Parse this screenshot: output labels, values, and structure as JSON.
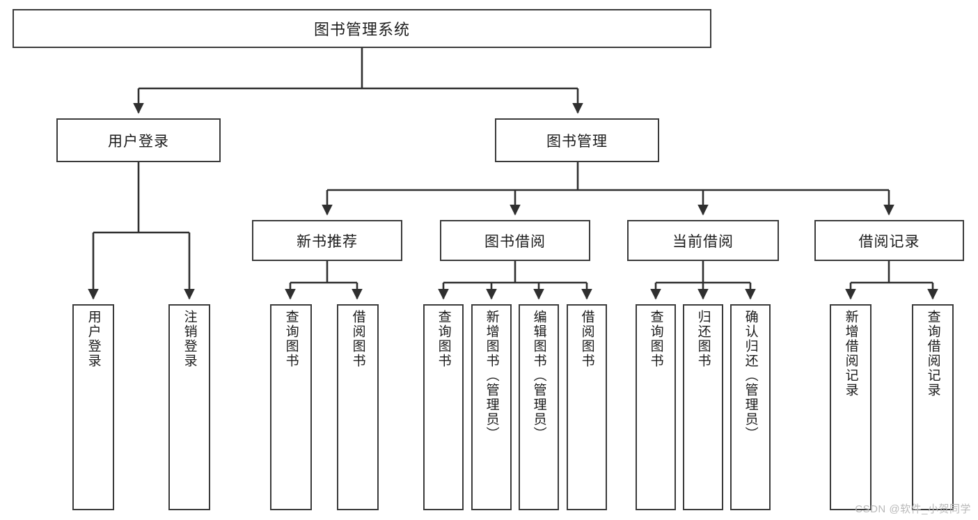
{
  "diagram": {
    "title": "图书管理系统",
    "type": "tree-hierarchy",
    "watermark": "CSDN @软件_小贺同学",
    "style": {
      "box_border": "#3a3a3a",
      "box_fill": "#ffffff",
      "line": "#2f2f2f",
      "text": "#1b1b1b",
      "background": "#ffffff"
    },
    "root": {
      "label": "图书管理系统"
    },
    "level2": [
      {
        "label": "用户登录"
      },
      {
        "label": "图书管理"
      }
    ],
    "level3": [
      {
        "label": "新书推荐"
      },
      {
        "label": "图书借阅"
      },
      {
        "label": "当前借阅"
      },
      {
        "label": "借阅记录"
      }
    ],
    "leaves": {
      "user_login": [
        {
          "label": "用户登录"
        },
        {
          "label": "注销登录"
        }
      ],
      "new_book_recommend": [
        {
          "label": "查询图书"
        },
        {
          "label": "借阅图书"
        }
      ],
      "book_borrow": [
        {
          "label": "查询图书"
        },
        {
          "label": "新增图书（管理员）"
        },
        {
          "label": "编辑图书（管理员）"
        },
        {
          "label": "借阅图书"
        }
      ],
      "current_borrow": [
        {
          "label": "查询图书"
        },
        {
          "label": "归还图书"
        },
        {
          "label": "确认归还（管理员）"
        }
      ],
      "borrow_record": [
        {
          "label": "新增借阅记录"
        },
        {
          "label": "查询借阅记录"
        }
      ]
    }
  }
}
